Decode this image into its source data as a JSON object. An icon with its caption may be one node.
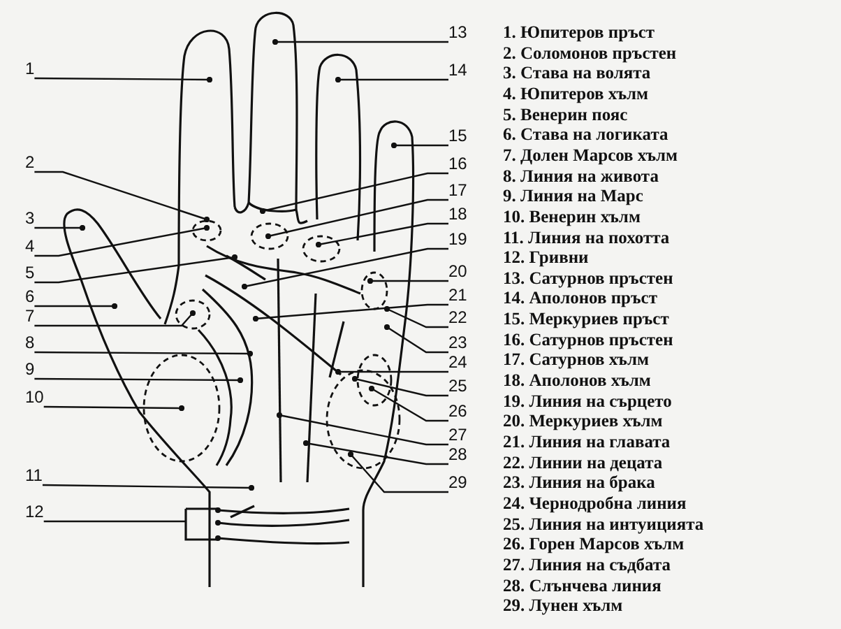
{
  "diagram": {
    "nodes": [
      {
        "text": [
          "1"
        ]
      },
      {
        "text": [
          "2"
        ]
      },
      {
        "text": [
          "3"
        ]
      },
      {
        "text": [
          "4"
        ]
      },
      {
        "text": [
          "5"
        ]
      },
      {
        "text": [
          "6"
        ]
      },
      {
        "text": [
          "7"
        ]
      },
      {
        "text": [
          "8"
        ]
      },
      {
        "text": [
          "9"
        ]
      },
      {
        "text": [
          "10"
        ]
      },
      {
        "text": [
          "11"
        ]
      },
      {
        "text": [
          "12"
        ]
      },
      {
        "text": [
          "13"
        ]
      },
      {
        "text": [
          "14"
        ]
      },
      {
        "text": [
          "15"
        ]
      },
      {
        "text": [
          "16"
        ]
      },
      {
        "text": [
          "17"
        ]
      },
      {
        "text": [
          "18"
        ]
      },
      {
        "text": [
          "19"
        ]
      },
      {
        "text": [
          "20"
        ]
      },
      {
        "text": [
          "21"
        ]
      },
      {
        "text": [
          "22"
        ]
      },
      {
        "text": [
          "23"
        ]
      },
      {
        "text": [
          "24"
        ]
      },
      {
        "text": [
          "25"
        ]
      },
      {
        "text": [
          "26"
        ]
      },
      {
        "text": [
          "27"
        ]
      },
      {
        "text": [
          "28"
        ]
      },
      {
        "text": [
          "29"
        ]
      }
    ],
    "edges": [
      {
        "from": 0,
        "to": null,
        "arrow": "other"
      },
      {
        "from": 1,
        "to": null,
        "arrow": "other"
      },
      {
        "from": 2,
        "to": null,
        "arrow": "other"
      },
      {
        "from": 3,
        "to": null,
        "arrow": "other"
      },
      {
        "from": 4,
        "to": null,
        "arrow": "other"
      },
      {
        "from": 5,
        "to": null,
        "arrow": "other"
      },
      {
        "from": 6,
        "to": null,
        "arrow": "other"
      },
      {
        "from": 7,
        "to": null,
        "arrow": "other"
      },
      {
        "from": 8,
        "to": null,
        "arrow": "other"
      },
      {
        "from": 9,
        "to": null,
        "arrow": "other"
      },
      {
        "from": 10,
        "to": null,
        "arrow": "other"
      },
      {
        "from": 11,
        "to": null,
        "arrow": "none"
      },
      {
        "from": 12,
        "to": null,
        "arrow": "other"
      },
      {
        "from": 13,
        "to": null,
        "arrow": "other"
      },
      {
        "from": 14,
        "to": null,
        "arrow": "other"
      },
      {
        "from": 15,
        "to": null,
        "arrow": "other"
      },
      {
        "from": 16,
        "to": null,
        "arrow": "other"
      },
      {
        "from": 17,
        "to": null,
        "arrow": "other"
      },
      {
        "from": 18,
        "to": null,
        "arrow": "other"
      },
      {
        "from": 19,
        "to": null,
        "arrow": "other"
      },
      {
        "from": 20,
        "to": null,
        "arrow": "other"
      },
      {
        "from": 21,
        "to": null,
        "arrow": "other"
      },
      {
        "from": 22,
        "to": null,
        "arrow": "other"
      },
      {
        "from": 23,
        "to": null,
        "arrow": "other"
      },
      {
        "from": 24,
        "to": null,
        "arrow": "other"
      },
      {
        "from": 25,
        "to": null,
        "arrow": "other"
      },
      {
        "from": 26,
        "to": null,
        "arrow": "other"
      },
      {
        "from": 27,
        "to": null,
        "arrow": "other"
      },
      {
        "from": 28,
        "to": null,
        "arrow": "other"
      }
    ],
    "labels": [
      "1. Юпитеров пръст",
      "2. Соломонов пръстен",
      "3. Става на волята",
      "4. Юпитеров хълм",
      "5. Венерин пояс",
      "6. Става на логиката",
      "7. Долен Марсов хълм",
      "8. Линия на живота",
      "9. Линия на Марс",
      "10. Венерин хълм",
      "11. Линия на похотта",
      "12. Гривни",
      "13. Сатурнов пръстен",
      "14. Аполонов пръст",
      "15. Меркуриев пръст",
      "16. Сатурнов пръстен",
      "17. Сатурнов хълм",
      "18. Аполонов хълм",
      "19. Линия на сърцето",
      "20. Меркуриев хълм",
      "21. Линия на главата",
      "22. Линии на децата",
      "23. Линия на брака",
      "24. Чернодробна линия",
      "25. Линия на интуицията",
      "26. Горен Марсов хълм",
      "27. Линия на съдбата",
      "28. Слънчева линия",
      "29. Лунен хълм"
    ]
  }
}
